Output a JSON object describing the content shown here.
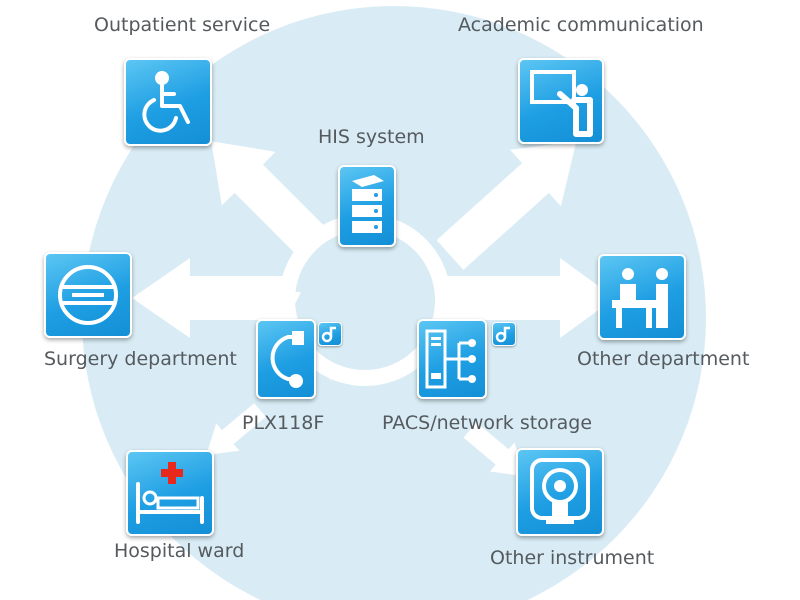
{
  "colors": {
    "circle": "#d9ecf5",
    "arrow": "#ffffff",
    "tile": "#1e9ee3",
    "label_text": "#555a5e"
  },
  "nodes": {
    "his": {
      "label": "HIS system",
      "icon": "server-stack-icon"
    },
    "outpatient": {
      "label": "Outpatient service",
      "icon": "wheelchair-icon"
    },
    "academic": {
      "label": "Academic communication",
      "icon": "presentation-icon"
    },
    "surgery": {
      "label": "Surgery department",
      "icon": "surgical-lamp-icon"
    },
    "other_department": {
      "label": "Other department",
      "icon": "reception-desk-icon"
    },
    "plx": {
      "label": "PLX118F",
      "icon": "c-arm-icon"
    },
    "pacs": {
      "label": "PACS/network storage",
      "icon": "network-storage-icon"
    },
    "ward": {
      "label": "Hospital ward",
      "icon": "hospital-bed-icon"
    },
    "instrument": {
      "label": "Other instrument",
      "icon": "ct-scanner-icon"
    }
  }
}
